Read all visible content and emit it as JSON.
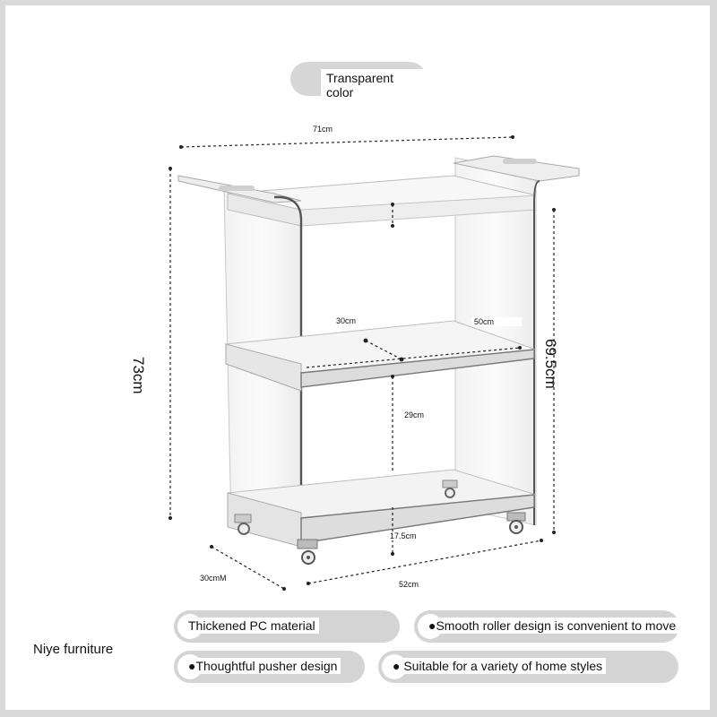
{
  "title_pill": "Transparent color",
  "dimensions": {
    "top_width": "71cm",
    "overall_height": "73cm",
    "side_height": "69.5cm",
    "shelf_depth": "30cm",
    "shelf_width": "50cm",
    "shelf_gap": "29cm",
    "bottom_clearance": "17.5cm",
    "base_depth": "30cmM",
    "base_width": "52cm"
  },
  "brand": "Niye furniture",
  "features": [
    "Thickened PC material",
    "●Smooth roller design is convenient to move",
    "●Thoughtful pusher design",
    "● Suitable for a variety of home styles"
  ]
}
